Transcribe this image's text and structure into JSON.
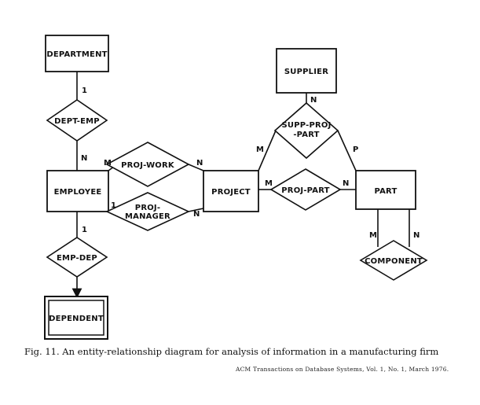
{
  "entities": {
    "department": "DEPARTMENT",
    "employee": "EMPLOYEE",
    "dependent": "DEPENDENT",
    "project": "PROJECT",
    "supplier": "SUPPLIER",
    "part": "PART"
  },
  "relationships": {
    "dept_emp": "DEPT-EMP",
    "emp_dep": "EMP-DEP",
    "proj_work": "PROJ-WORK",
    "proj_manager_l1": "PROJ-",
    "proj_manager_l2": "MANAGER",
    "proj_part": "PROJ-PART",
    "supp_proj_part_l1": "SUPP-PROJ",
    "supp_proj_part_l2": "-PART",
    "component": "COMPONENT"
  },
  "cardinalities": {
    "dept_emp_department": "1",
    "dept_emp_employee": "N",
    "proj_work_employee": "M",
    "proj_work_project": "N",
    "proj_manager_employee": "1",
    "proj_manager_project": "N",
    "emp_dep_employee": "1",
    "proj_part_project": "M",
    "proj_part_part": "N",
    "supp_supplier": "N",
    "supp_project": "M",
    "supp_part": "P",
    "component_m": "M",
    "component_n": "N"
  },
  "caption": "Fig. 11. An entity-relationship diagram for analysis of information in a manufacturing firm",
  "citation": "ACM Transactions on Database Systems, Vol. 1, No. 1, March 1976."
}
